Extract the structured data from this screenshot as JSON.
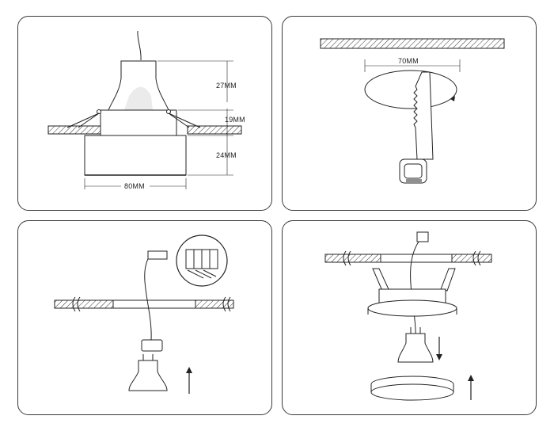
{
  "panels": [
    {
      "id": "dimensions",
      "title": ""
    },
    {
      "id": "cutout",
      "title": ""
    },
    {
      "id": "wiring",
      "title": ""
    },
    {
      "id": "install",
      "title": ""
    }
  ],
  "dimensions": {
    "top_height": "27MM",
    "middle_height": "19MM",
    "bottom_height": "24MM",
    "width": "80MM"
  },
  "cutout": {
    "diameter": "70MM"
  },
  "colors": {
    "stroke": "#222222",
    "panel_border": "#3a3a3a",
    "hatch": "#333333"
  }
}
